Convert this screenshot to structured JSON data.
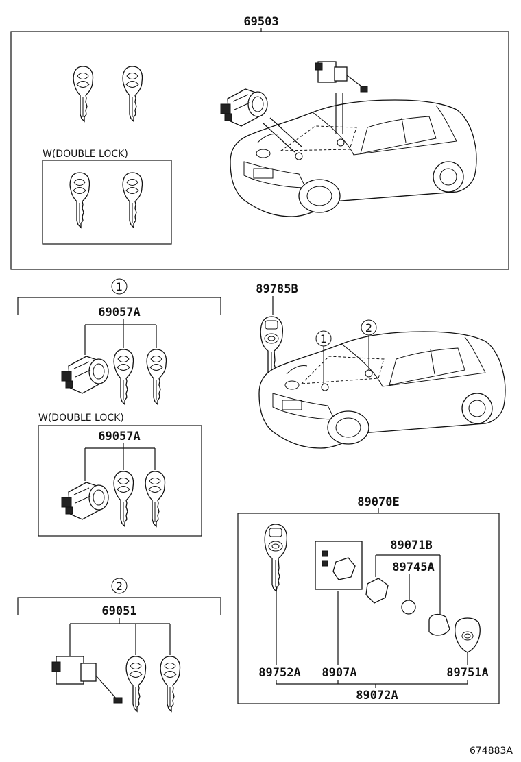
{
  "parts": {
    "p69503": "69503",
    "p69057A_1": "69057A",
    "p69057A_2": "69057A",
    "p69051": "69051",
    "p89785B": "89785B",
    "p89070E": "89070E",
    "p89071B": "89071B",
    "p89745A": "89745A",
    "p89752A": "89752A",
    "p8907A": "8907A",
    "p89751A": "89751A",
    "p89072A": "89072A"
  },
  "labels": {
    "double_lock_1": "W(DOUBLE LOCK)",
    "double_lock_2": "W(DOUBLE LOCK)"
  },
  "callouts": {
    "c1": "1",
    "c2": "2",
    "car_c1": "1",
    "car_c2": "2"
  },
  "footer": {
    "diagram_id": "674883A"
  }
}
